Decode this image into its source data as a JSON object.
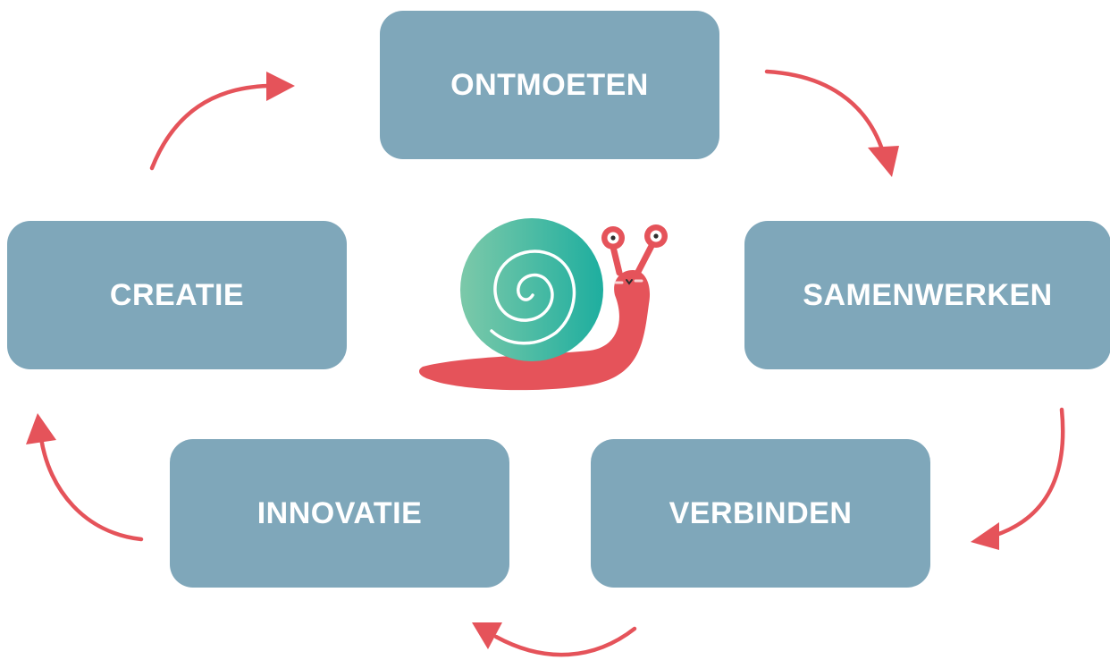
{
  "steps": [
    {
      "label": "ONTMOETEN"
    },
    {
      "label": "SAMENWERKEN"
    },
    {
      "label": "VERBINDEN"
    },
    {
      "label": "INNOVATIE"
    },
    {
      "label": "CREATIE"
    }
  ],
  "colors": {
    "box": "#7fa7ba",
    "box_text": "#ffffff",
    "arrow": "#e5535a",
    "snail_body": "#e5535a",
    "snail_shell": "#2db3a0"
  },
  "center_icon": "snail-icon"
}
